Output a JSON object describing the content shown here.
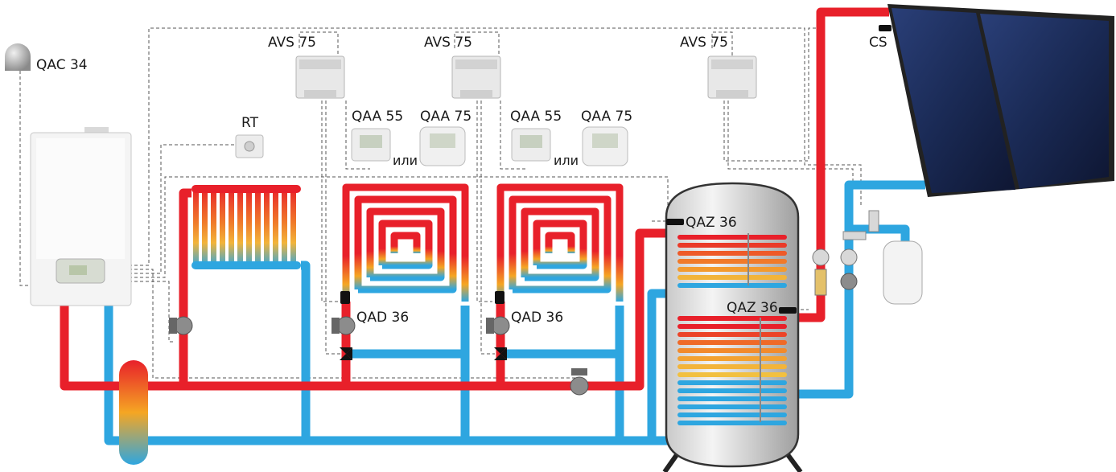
{
  "labels": {
    "outdoor_sensor": "QAC 34",
    "room_thermostat": "RT",
    "module_1": "AVS 75",
    "module_2": "AVS 75",
    "module_3": "AVS 75",
    "room_unit_a1": "QAA 55",
    "room_unit_b1": "QAA 75",
    "or_1": "или",
    "room_unit_a2": "QAA 55",
    "room_unit_b2": "QAA 75",
    "or_2": "или",
    "flow_sensor_1": "QAD 36",
    "flow_sensor_2": "QAD 36",
    "tank_sensor_top": "QAZ 36",
    "tank_sensor_bottom": "QAZ 36",
    "collector_sensor": "CS"
  },
  "colors": {
    "hot": "#e8202a",
    "cold": "#2ea6e0",
    "wire": "#555555"
  }
}
